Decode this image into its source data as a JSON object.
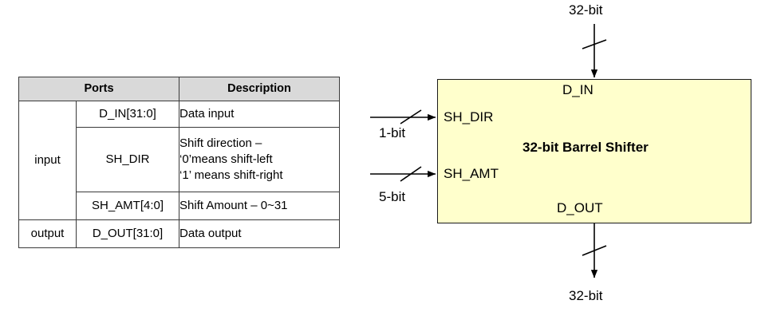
{
  "table": {
    "headers": [
      "Ports",
      "Description"
    ],
    "rows": [
      {
        "direction": "input",
        "direction_rowspan": 3,
        "port": "D_IN[31:0]",
        "description": [
          "Data input"
        ]
      },
      {
        "direction": null,
        "port": "SH_DIR",
        "description": [
          "Shift direction –",
          "‘0’means shift-left",
          "‘1’ means shift-right"
        ]
      },
      {
        "direction": null,
        "port": "SH_AMT[4:0]",
        "description": [
          "Shift Amount – 0~31"
        ]
      },
      {
        "direction": "output",
        "direction_rowspan": 1,
        "port": "D_OUT[31:0]",
        "description": [
          "Data output"
        ]
      }
    ],
    "header_bg": "#d9d9d9",
    "border_color": "#3a3a3a"
  },
  "diagram": {
    "block_title": "32-bit Barrel Shifter",
    "block_fill": "#ffffcc",
    "block_stroke": "#1a1a1a",
    "ports": {
      "d_in": "D_IN",
      "sh_dir": "SH_DIR",
      "sh_amt": "SH_AMT",
      "d_out": "D_OUT"
    },
    "wire_labels": {
      "top": "32-bit",
      "bottom": "32-bit",
      "sh_dir_width": "1-bit",
      "sh_amt_width": "5-bit"
    }
  }
}
